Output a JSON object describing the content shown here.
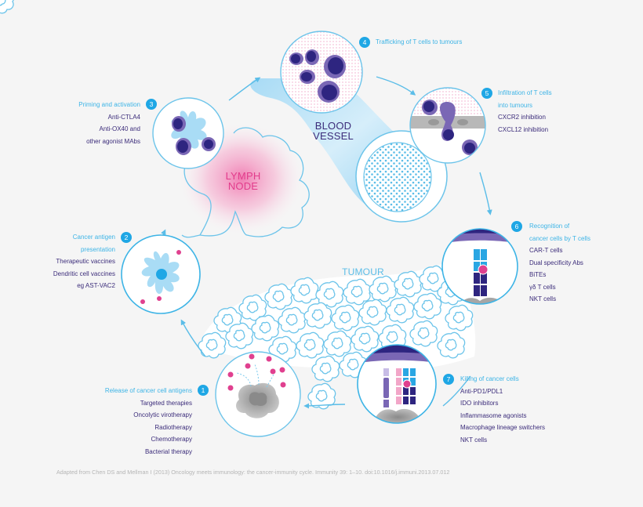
{
  "diagram": {
    "title": "Cancer-immunity cycle",
    "colors": {
      "background": "#f5f5f5",
      "outline_blue": "#5bbde8",
      "badge_blue": "#1fa7e5",
      "title_blue": "#3db4e6",
      "item_navy": "#3b2c7a",
      "t_cell_dark": "#2e2580",
      "t_cell_purple": "#7a67b5",
      "antigen_pink": "#e0408f",
      "lymph_pink": "#e23c8c",
      "dendritic_light_blue": "#a9dcf5",
      "tumour_grey": "#9e9e9e"
    },
    "labels": {
      "lymph_node": [
        "LYMPH",
        "NODE"
      ],
      "blood_vessel": [
        "BLOOD",
        "VESSEL"
      ],
      "tumour": "TUMOUR"
    },
    "steps": [
      {
        "number": "1",
        "title": "Release of cancer cell antigens",
        "items": [
          "Targeted therapies",
          "Oncolytic virotherapy",
          "Radiotherapy",
          "Chemotherapy",
          "Bacterial therapy"
        ]
      },
      {
        "number": "2",
        "title_lines": [
          "Cancer antigen",
          "presentation"
        ],
        "items": [
          "Therapeutic vaccines",
          "Dendritic cell vaccines",
          "eg AST-VAC2"
        ]
      },
      {
        "number": "3",
        "title": "Priming and activation",
        "items": [
          "Anti-CTLA4",
          "Anti-OX40 and",
          "other agonist MAbs"
        ]
      },
      {
        "number": "4",
        "title": "Trafficking of T cells to tumours",
        "items": []
      },
      {
        "number": "5",
        "title_lines": [
          "Infiltration of T cells",
          "into tumours"
        ],
        "items": [
          "CXCR2 inhibition",
          "CXCL12 inhibition"
        ]
      },
      {
        "number": "6",
        "title_lines": [
          "Recognition of",
          "cancer cells by T cells"
        ],
        "items": [
          "CAR-T cells",
          "Dual specificity Abs",
          "BiTEs",
          "γδ T cells",
          "NKT cells"
        ]
      },
      {
        "number": "7",
        "title": "Killing of cancer cells",
        "items": [
          "Anti-PD1/PDL1",
          "IDO inhibitors",
          "Inflammasome agonists",
          "Macrophage lineage switchers",
          "NKT cells"
        ]
      }
    ],
    "footer": "Adapted from Chen DS and Mellman I (2013) Oncology meets immunology: the cancer-immunity cycle. Immunity 39: 1–10. doi:10.1016/j.immuni.2013.07.012"
  }
}
